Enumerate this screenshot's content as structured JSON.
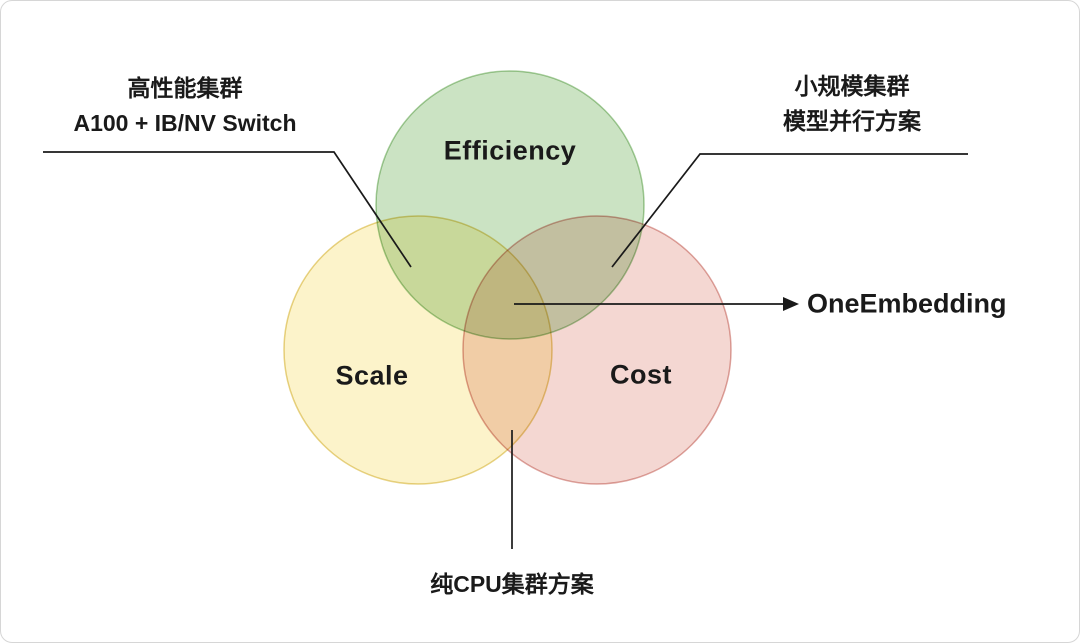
{
  "diagram": {
    "type": "venn",
    "circles": [
      {
        "id": "efficiency",
        "label": "Efficiency",
        "fill": "#cbe3c3",
        "stroke": "#a9cf9e"
      },
      {
        "id": "scale",
        "label": "Scale",
        "fill": "#fcf3ca",
        "stroke": "#e7d489"
      },
      {
        "id": "cost",
        "label": "Cost",
        "fill": "#f4d7d2",
        "stroke": "#dfa8a3"
      }
    ],
    "annotations": {
      "top_left": {
        "line1": "高性能集群",
        "line2": "A100 + IB/NV Switch"
      },
      "top_right": {
        "line1": "小规模集群",
        "line2": "模型并行方案"
      },
      "center_right": {
        "label": "OneEmbedding"
      },
      "bottom": {
        "label": "纯CPU集群方案"
      }
    },
    "line_color": "#1a1a1a"
  }
}
